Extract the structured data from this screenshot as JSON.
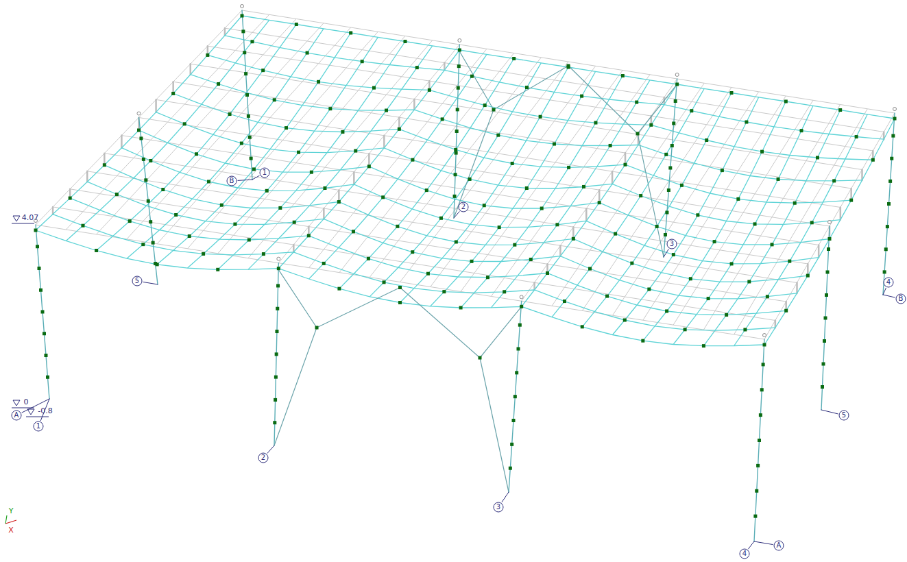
{
  "diagram": {
    "labels": [
      "4.07",
      "0",
      "A",
      "-0.8",
      "1",
      "B",
      "1",
      "2",
      "5",
      "3",
      "4",
      "B",
      "2",
      "3",
      "5",
      "4",
      "A",
      "Y",
      "X"
    ]
  }
}
